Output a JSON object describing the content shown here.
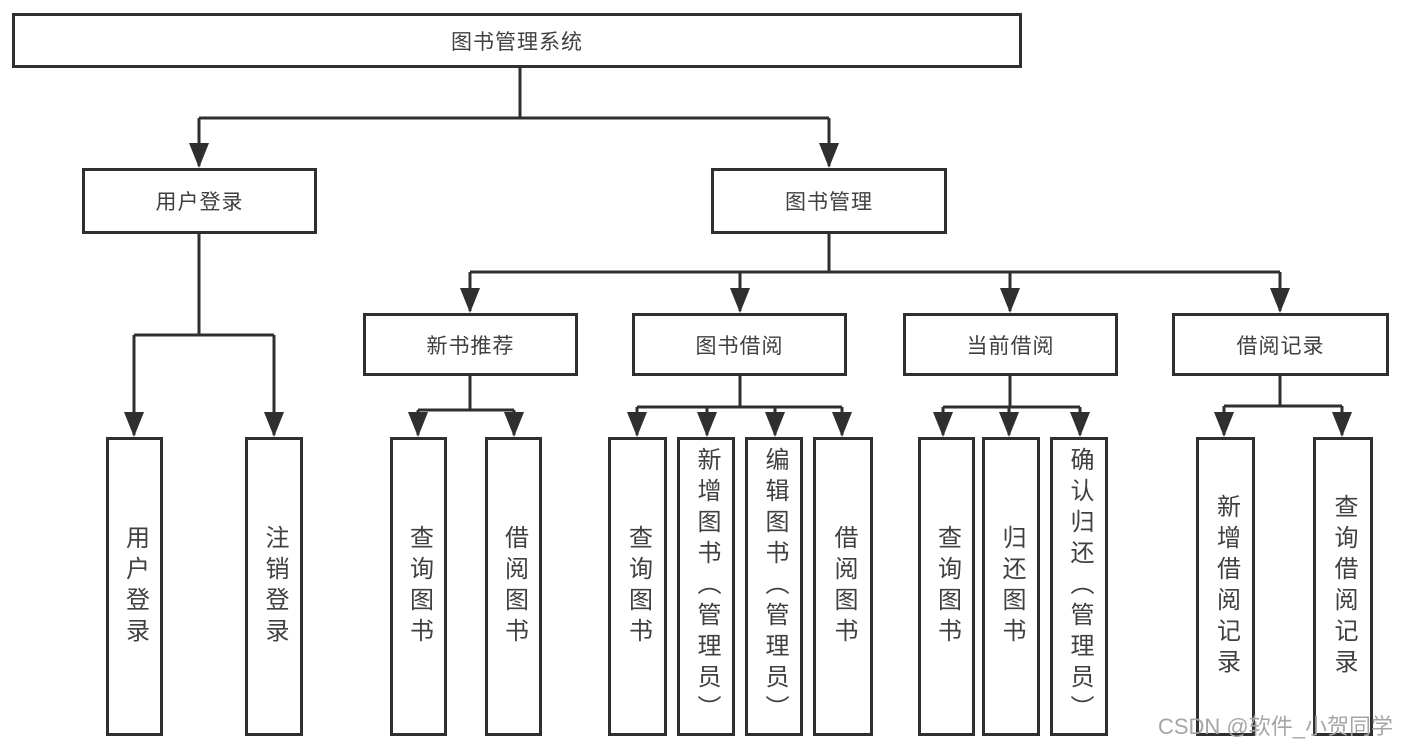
{
  "diagram": {
    "root_label": "图书管理系统",
    "level2": {
      "login": "用户登录",
      "management": "图书管理"
    },
    "level3": {
      "new_book": "新书推荐",
      "borrow": "图书借阅",
      "current": "当前借阅",
      "records": "借阅记录"
    },
    "leaves": {
      "login": [
        "用户登录",
        "注销登录"
      ],
      "new_book": [
        "查询图书",
        "借阅图书"
      ],
      "borrow": [
        "查询图书",
        "新增图书（管理员）",
        "编辑图书（管理员）",
        "借阅图书"
      ],
      "current": [
        "查询图书",
        "归还图书",
        "确认归还（管理员）"
      ],
      "records": [
        "新增借阅记录",
        "查询借阅记录"
      ]
    }
  },
  "watermark": "CSDN @软件_小贺同学",
  "colors": {
    "line": "#2f2f2f",
    "text": "#404040",
    "watermark": "#a6a6a6",
    "background": "#ffffff"
  }
}
